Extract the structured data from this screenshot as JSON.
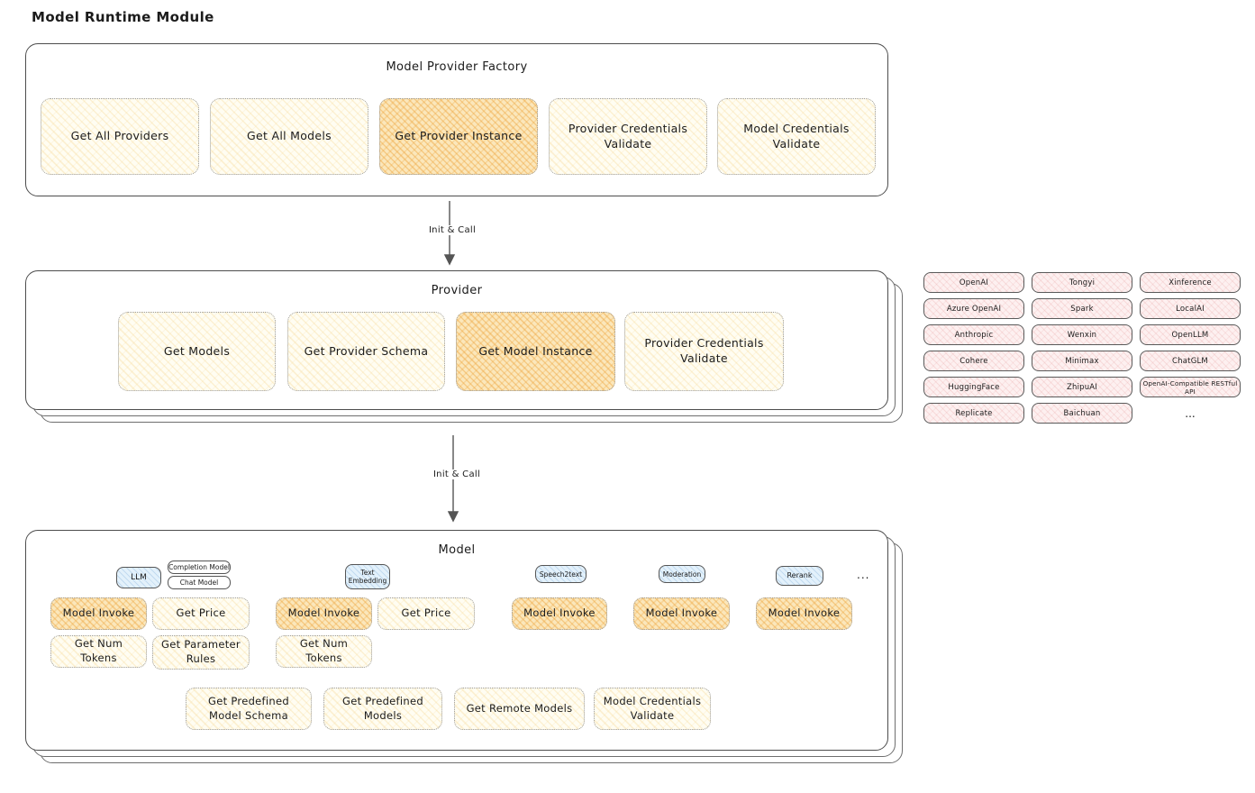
{
  "title": "Model Runtime Module",
  "factory": {
    "title": "Model Provider Factory",
    "buttons": [
      {
        "label": "Get All Providers",
        "highlighted": false
      },
      {
        "label": "Get All Models",
        "highlighted": false
      },
      {
        "label": "Get Provider Instance",
        "highlighted": true
      },
      {
        "label": "Provider Credentials Validate",
        "highlighted": false
      },
      {
        "label": "Model Credentials Validate",
        "highlighted": false
      }
    ]
  },
  "arrow1": {
    "label": "Init & Call"
  },
  "arrow2": {
    "label": "Init & Call"
  },
  "provider": {
    "title": "Provider",
    "buttons": [
      {
        "label": "Get Models",
        "highlighted": false
      },
      {
        "label": "Get Provider Schema",
        "highlighted": false
      },
      {
        "label": "Get Model Instance",
        "highlighted": true
      },
      {
        "label": "Provider Credentials Validate",
        "highlighted": false
      }
    ]
  },
  "providers_grid": {
    "items": [
      "OpenAI",
      "Tongyi",
      "Xinference",
      "Azure OpenAI",
      "Spark",
      "LocalAI",
      "Anthropic",
      "Wenxin",
      "OpenLLM",
      "Cohere",
      "Minimax",
      "ChatGLM",
      "HuggingFace",
      "ZhipuAI",
      "OpenAI-Compatible RESTful API",
      "Replicate",
      "Baichuan"
    ],
    "more": "..."
  },
  "model": {
    "title": "Model",
    "tags": {
      "llm": "LLM",
      "completion": "Completion Model",
      "chat": "Chat Model",
      "text_embedding": "Text Embedding",
      "speech2text": "Speech2text",
      "moderation": "Moderation",
      "rerank": "Rerank",
      "more": "..."
    },
    "llm_buttons": [
      {
        "label": "Model Invoke",
        "highlighted": true
      },
      {
        "label": "Get Price",
        "highlighted": false
      },
      {
        "label": "Get Num Tokens",
        "highlighted": false
      },
      {
        "label": "Get Parameter Rules",
        "highlighted": false
      }
    ],
    "embedding_buttons": [
      {
        "label": "Model Invoke",
        "highlighted": true
      },
      {
        "label": "Get Price",
        "highlighted": false
      },
      {
        "label": "Get Num Tokens",
        "highlighted": false
      }
    ],
    "speech2text_buttons": [
      {
        "label": "Model Invoke",
        "highlighted": true
      }
    ],
    "moderation_buttons": [
      {
        "label": "Model Invoke",
        "highlighted": true
      }
    ],
    "rerank_buttons": [
      {
        "label": "Model Invoke",
        "highlighted": true
      }
    ],
    "bottom_buttons": [
      {
        "label": "Get Predefined Model Schema"
      },
      {
        "label": "Get Predefined Models"
      },
      {
        "label": "Get Remote Models"
      },
      {
        "label": "Model Credentials Validate"
      }
    ]
  },
  "colors": {
    "cream_bg": "#fffdf2",
    "cream_hatch": "#f3c662",
    "highlight_bg": "#fbe7bb",
    "highlight_hatch": "#eea640",
    "pink_bg": "#fdf0f0",
    "pink_hatch": "#e08282",
    "blue_bg": "#e3f1fb",
    "blue_hatch": "#6ea0d2",
    "panel_border": "#4d4d4d",
    "dotted_border": "#9a9a9a",
    "text": "#1b1b1b"
  }
}
